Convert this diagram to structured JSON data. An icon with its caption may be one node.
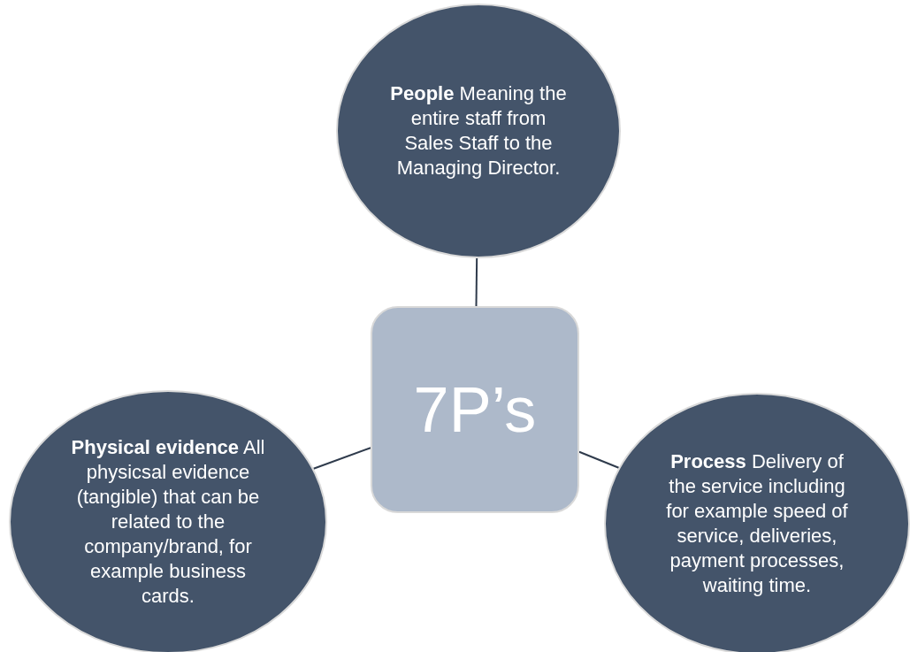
{
  "diagram": {
    "nodes": [
      {
        "text": [
          "7P’s"
        ]
      },
      {
        "text": [
          "**People** Meaning the entire staff from Sales Staff to the Managing Director."
        ]
      },
      {
        "text": [
          "**Physical evidence** All physicsal evidence (tangible) that can be related to the company/brand, for example business cards."
        ]
      },
      {
        "text": [
          "**Process** Delivery of the service including for example speed of service, deliveries, payment processes, waiting time."
        ]
      }
    ],
    "edges": [
      {
        "from": 0,
        "to": 1,
        "arrow": "none"
      },
      {
        "from": 0,
        "to": 2,
        "arrow": "none"
      },
      {
        "from": 0,
        "to": 3,
        "arrow": "none"
      }
    ]
  }
}
